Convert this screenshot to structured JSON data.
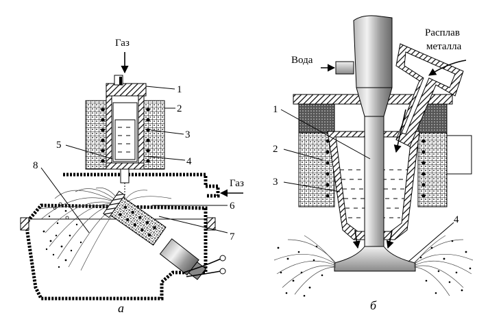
{
  "panel_a": {
    "caption": "а",
    "gas_top_label": "Газ",
    "gas_side_label": "Газ",
    "callouts": [
      "1",
      "2",
      "3",
      "4",
      "5",
      "6",
      "7",
      "8"
    ]
  },
  "panel_b": {
    "caption": "б",
    "water_label": "Вода",
    "melt_label_line1": "Расплав",
    "melt_label_line2": "металла",
    "callouts": [
      "1",
      "2",
      "3",
      "4"
    ]
  }
}
